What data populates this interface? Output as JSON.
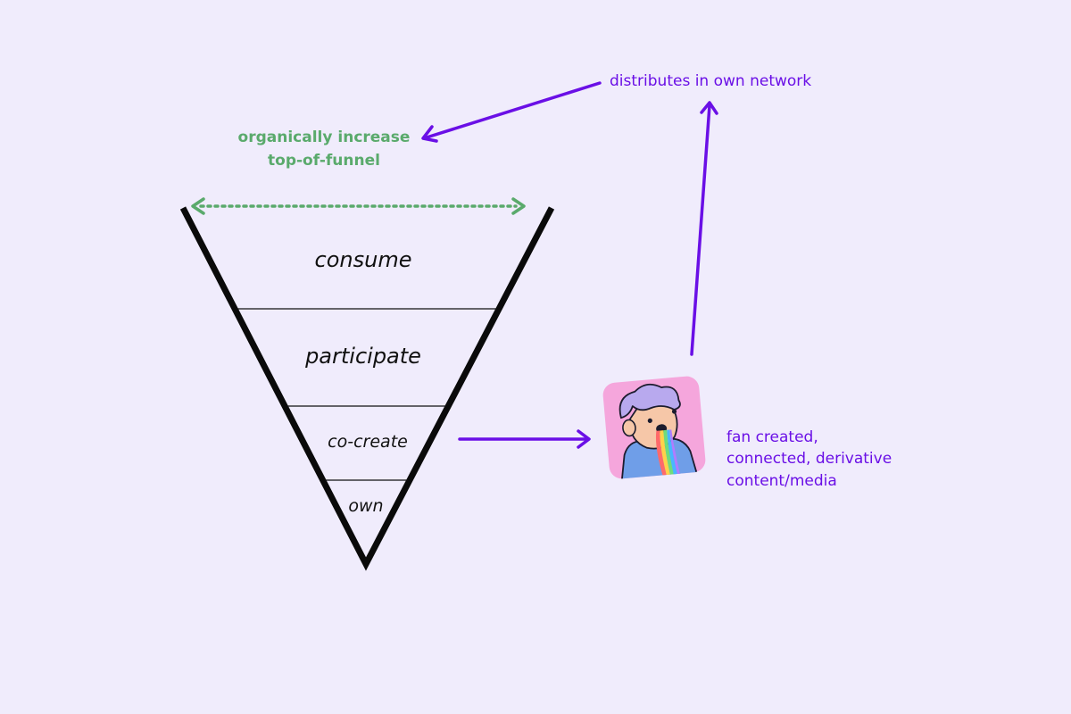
{
  "colors": {
    "background": "#f0ecfc",
    "funnel": "#0a0a0a",
    "accent_purple": "#6a0fe6",
    "accent_green": "#5aaa6c",
    "avatar_bg": "#f5a6dc"
  },
  "funnel": {
    "stages": [
      {
        "label": "consume"
      },
      {
        "label": "participate"
      },
      {
        "label": "co-create"
      },
      {
        "label": "own"
      }
    ]
  },
  "annotations": {
    "top_of_funnel_line1": "organically increase",
    "top_of_funnel_line2": "top-of-funnel",
    "distributes": "distributes in own network",
    "fan_line1": "fan created,",
    "fan_line2": "connected, derivative",
    "fan_line3": "content/media"
  },
  "icons": {
    "avatar": "rainbow-vomit-avatar-icon"
  }
}
